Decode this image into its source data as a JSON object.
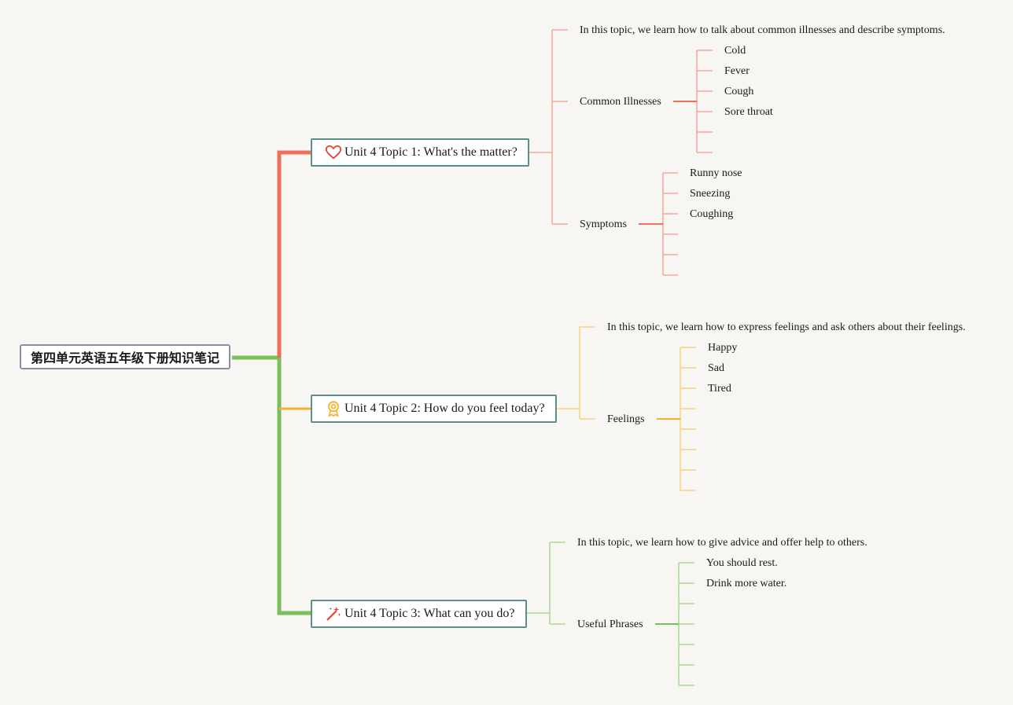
{
  "root": {
    "label": "第四单元英语五年级下册知识笔记"
  },
  "topics": [
    {
      "title": "Unit 4 Topic 1: What's the matter?",
      "icon": "heart-icon",
      "color": "#ef6f5e",
      "intro": "In this topic, we learn how to talk about common illnesses and describe symptoms.",
      "groups": [
        {
          "label": "Common Illnesses",
          "items": [
            "Cold",
            "Fever",
            "Cough",
            "Sore throat"
          ]
        },
        {
          "label": "Symptoms",
          "items": [
            "Runny nose",
            "Sneezing",
            "Coughing"
          ]
        }
      ]
    },
    {
      "title": "Unit 4 Topic 2: How do you feel today?",
      "icon": "award-ribbon-icon",
      "color": "#f2b22e",
      "intro": "In this topic, we learn how to express feelings and ask others about their feelings.",
      "groups": [
        {
          "label": "Feelings",
          "items": [
            "Happy",
            "Sad",
            "Tired"
          ]
        }
      ]
    },
    {
      "title": "Unit 4 Topic 3: What can you do?",
      "icon": "magic-wand-icon",
      "color": "#79bf5a",
      "intro": "In this topic, we learn how to give advice and offer help to others.",
      "groups": [
        {
          "label": "Useful Phrases",
          "items": [
            "You should rest.",
            "Drink more water."
          ]
        }
      ]
    }
  ],
  "colors": {
    "background": "#f8f6f3",
    "topic1": "#ef6f5e",
    "topic2": "#f2b22e",
    "topic3": "#79bf5a",
    "topic_border": "#5b8f89",
    "root_border": "#8a8fa8"
  }
}
